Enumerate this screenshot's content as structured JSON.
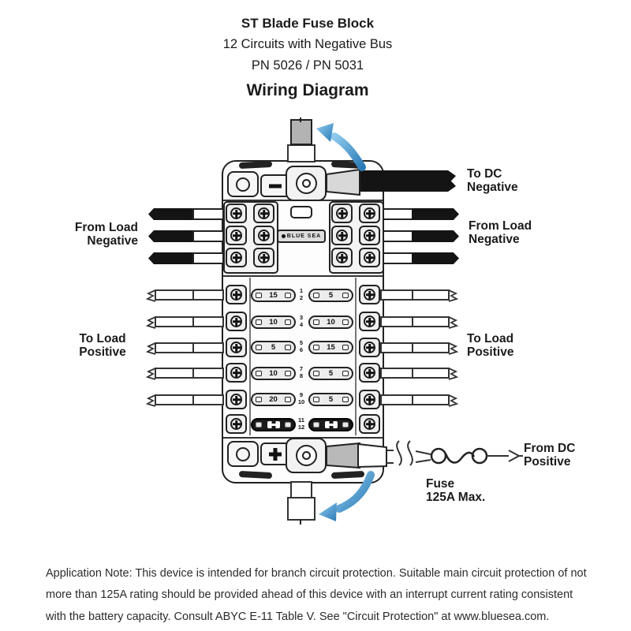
{
  "header": {
    "title": "ST Blade Fuse Block",
    "subtitle": "12 Circuits with Negative Bus",
    "part_numbers": "PN 5026 / PN 5031",
    "diagram_label": "Wiring Diagram"
  },
  "labels": {
    "to_dc_negative": "To DC\nNegative",
    "from_load_negative_left": "From Load\nNegative",
    "from_load_negative_right": "From Load\nNegative",
    "to_load_positive_left": "To Load\nPositive",
    "to_load_positive_right": "To Load\nPositive",
    "from_dc_positive": "From DC\nPositive",
    "main_fuse": "Fuse\n125A Max."
  },
  "fuse_block": {
    "brand": "BLUE SEA",
    "rows": [
      {
        "left_fuse": "15",
        "right_fuse": "5",
        "num_top": "1",
        "num_bottom": "2"
      },
      {
        "left_fuse": "10",
        "right_fuse": "10",
        "num_top": "3",
        "num_bottom": "4"
      },
      {
        "left_fuse": "5",
        "right_fuse": "15",
        "num_top": "5",
        "num_bottom": "6"
      },
      {
        "left_fuse": "10",
        "right_fuse": "5",
        "num_top": "7",
        "num_bottom": "8"
      },
      {
        "left_fuse": "20",
        "right_fuse": "5",
        "num_top": "9",
        "num_bottom": "10"
      },
      {
        "left_fuse": "",
        "right_fuse": "",
        "num_top": "11",
        "num_bottom": "12"
      }
    ]
  },
  "icons": {
    "curved_arrow": "blue-swoosh-arrow",
    "screw": "phillips-screw",
    "fuse_symbol": "inline-fuse-symbol",
    "break_symbol": "wire-break-s-curve",
    "minus_terminal": "minus-box",
    "plus_terminal": "plus-box",
    "ring_terminal": "ring-terminal-boss",
    "mounting_hole": "mounting-hole"
  },
  "colors": {
    "arrow_blue_light": "#8ecbee",
    "arrow_blue_dark": "#2b7ab6",
    "wire_black": "#141414"
  },
  "footer": {
    "application_note": "Application Note:  This device is intended for branch circuit protection. Suitable main circuit protection of not more than 125A rating should be provided ahead of this device with an interrupt current rating consistent with the battery capacity. Consult ABYC E-11 Table V. See \"Circuit Protection\" at www.bluesea.com."
  }
}
